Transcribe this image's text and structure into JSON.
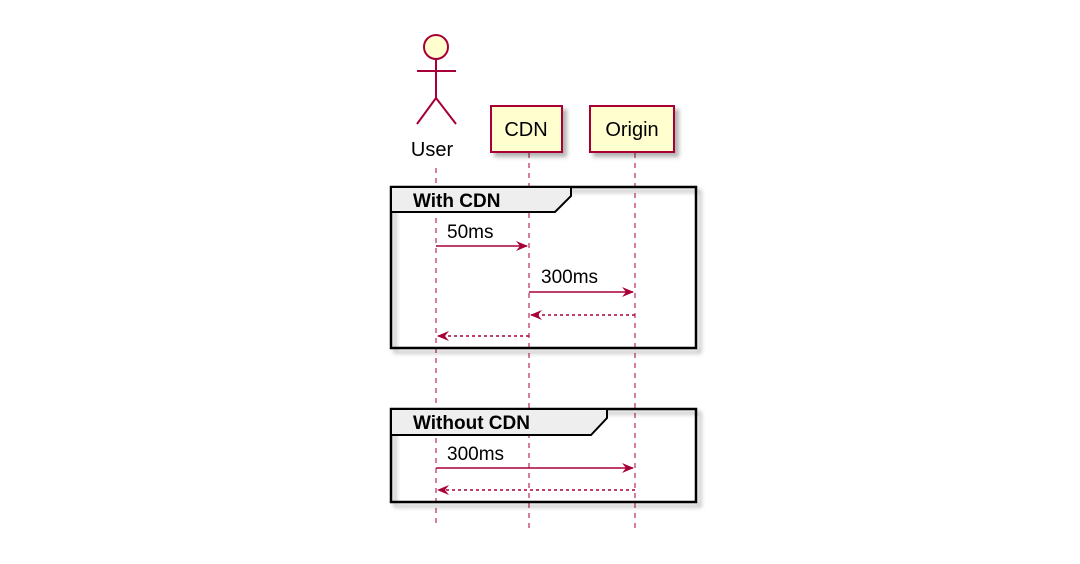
{
  "diagram": {
    "participants": {
      "user": {
        "label": "User"
      },
      "cdn": {
        "label": "CDN"
      },
      "origin": {
        "label": "Origin"
      }
    },
    "groups": {
      "with_cdn": {
        "title": "With CDN",
        "messages": {
          "user_to_cdn": {
            "label": "50ms"
          },
          "cdn_to_origin": {
            "label": "300ms"
          }
        }
      },
      "without_cdn": {
        "title": "Without CDN",
        "messages": {
          "user_to_origin": {
            "label": "300ms"
          }
        }
      }
    },
    "colors": {
      "line": "#a80036",
      "participant_fill": "#fefece",
      "group_header_fill": "#eeeeee",
      "border": "#000000"
    }
  }
}
